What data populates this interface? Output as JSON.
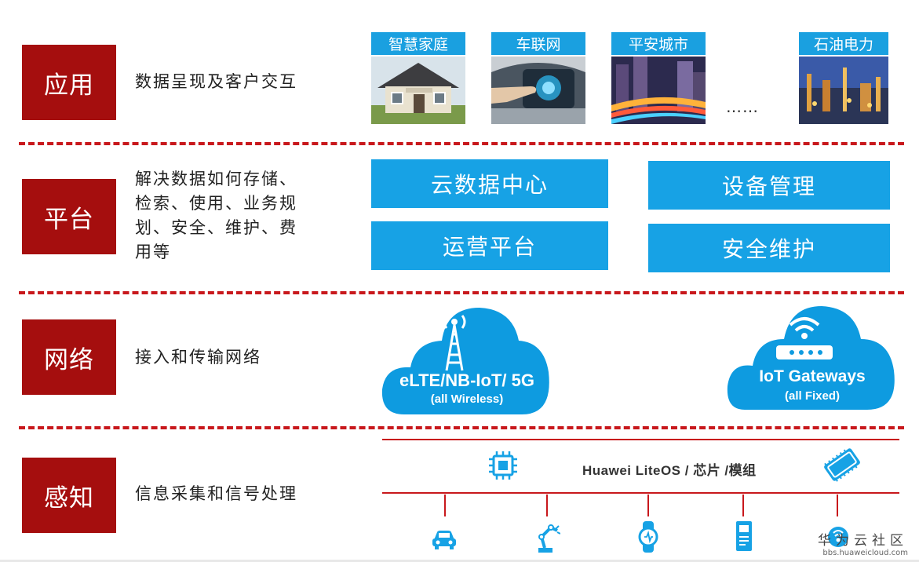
{
  "layers": [
    {
      "name": "应用",
      "desc": "数据呈现及客户交互"
    },
    {
      "name": "平台",
      "desc_lines": [
        "解决数据如何存储、",
        "检索、使用、业务规",
        "划、安全、维护、费",
        "用等"
      ]
    },
    {
      "name": "网络",
      "desc": "接入和传输网络"
    },
    {
      "name": "感知",
      "desc": "信息采集和信号处理"
    }
  ],
  "applications": [
    {
      "label": "智慧家庭",
      "icon": "house-photo"
    },
    {
      "label": "车联网",
      "icon": "car-dashboard-photo"
    },
    {
      "label": "平安城市",
      "icon": "city-night-photo"
    },
    {
      "label": "石油电力",
      "icon": "refinery-photo"
    }
  ],
  "app_ellipsis": "……",
  "platform": {
    "buttons": [
      "云数据中心",
      "设备管理",
      "运营平台",
      "安全维护"
    ]
  },
  "network": {
    "wireless": {
      "title": "eLTE/NB-IoT/ 5G",
      "subtitle": "(all Wireless)",
      "icon": "antenna-tower-icon"
    },
    "fixed": {
      "title": "IoT Gateways",
      "subtitle": "(all Fixed)",
      "icon": "wifi-router-icon"
    }
  },
  "perception": {
    "os_label": "Huawei LiteOS / 芯片 /模组",
    "icons": [
      "chip-icon",
      "module-icon"
    ],
    "devices": [
      "car-icon",
      "robot-arm-icon",
      "smartwatch-icon",
      "meter-icon",
      "sensor-icon"
    ]
  },
  "colors": {
    "layer": "#a50e0e",
    "accent": "#17a2e5",
    "separator": "#c8181c"
  },
  "watermark": {
    "main": "华为云社区",
    "sub": "bbs.huaweicloud.com"
  }
}
